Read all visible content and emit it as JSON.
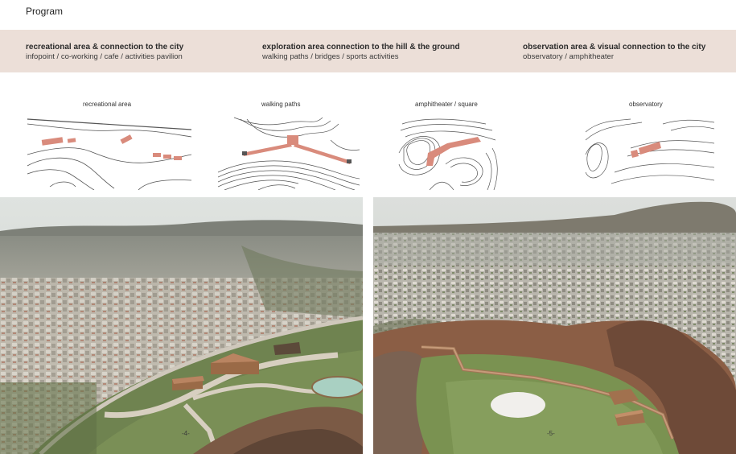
{
  "page": {
    "title": "Program"
  },
  "program_band": {
    "columns": [
      {
        "heading": "recreational area & connection to the city",
        "items": "infopoint / co-working / cafe / activities pavilion"
      },
      {
        "heading": "exploration area connection to the hill & the ground",
        "items": "walking paths / bridges / sports activities"
      },
      {
        "heading": "observation area & visual connection to the city",
        "items": "observatory / amphitheater"
      }
    ],
    "color": "#ecdfd8"
  },
  "diagrams": [
    {
      "label": "recreational area"
    },
    {
      "label": "walking paths"
    },
    {
      "label": "amphitheater / square"
    },
    {
      "label": "observatory"
    }
  ],
  "diagram_colors": {
    "building": "#d98b7c",
    "line": "#555555"
  },
  "renders": [
    {
      "page_number": "-4-"
    },
    {
      "page_number": "-5-"
    }
  ]
}
